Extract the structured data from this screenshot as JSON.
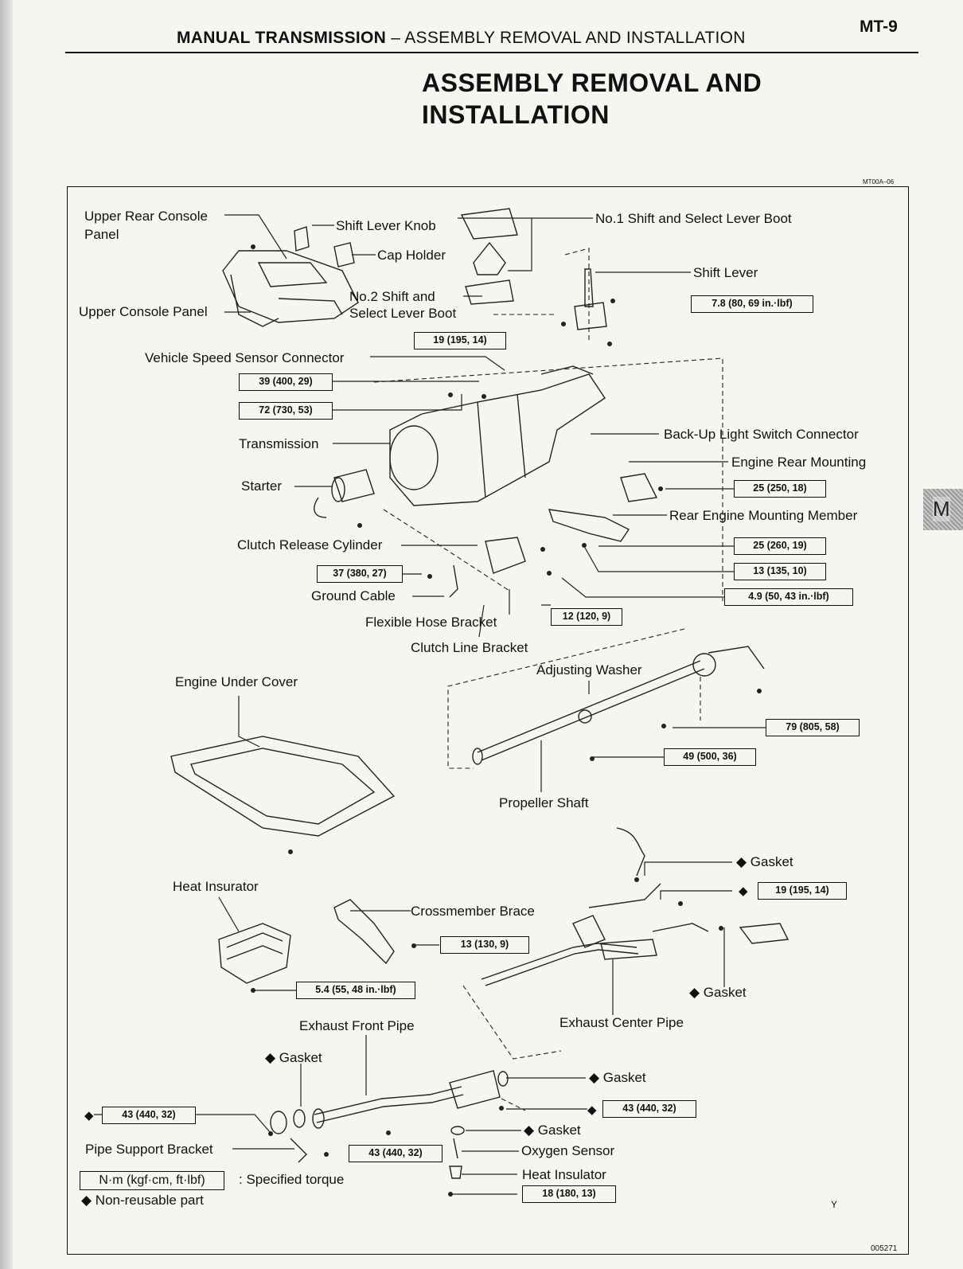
{
  "header": {
    "running_title_bold": "MANUAL TRANSMISSION",
    "running_title_rest": " – ASSEMBLY REMOVAL AND INSTALLATION",
    "page_number": "MT-9"
  },
  "section_title_line1": "ASSEMBLY REMOVAL AND",
  "section_title_line2": "INSTALLATION",
  "figure_code_top": "MT00A–06",
  "figure_code_bottom": "005271",
  "corner_mark": "Y",
  "side_tab": "M",
  "labels": {
    "upper_rear_console_panel_1": "Upper Rear Console",
    "upper_rear_console_panel_2": "Panel",
    "shift_lever_knob": "Shift Lever Knob",
    "cap_holder": "Cap Holder",
    "no1_boot": "No.1 Shift and Select Lever Boot",
    "shift_lever": "Shift Lever",
    "no2_boot_1": "No.2 Shift and",
    "no2_boot_2": "Select Lever Boot",
    "upper_console_panel": "Upper Console Panel",
    "vss_connector": "Vehicle Speed Sensor Connector",
    "transmission": "Transmission",
    "backup_light": "Back-Up Light Switch Connector",
    "engine_rear_mounting": "Engine Rear Mounting",
    "starter": "Starter",
    "rear_engine_member": "Rear Engine Mounting Member",
    "clutch_release_cylinder": "Clutch Release Cylinder",
    "ground_cable": "Ground Cable",
    "flexible_hose_bracket": "Flexible Hose Bracket",
    "clutch_line_bracket": "Clutch Line Bracket",
    "adjusting_washer": "Adjusting Washer",
    "engine_under_cover": "Engine Under Cover",
    "propeller_shaft": "Propeller Shaft",
    "gasket_a": "◆ Gasket",
    "heat_insurator": "Heat Insurator",
    "crossmember_brace": "Crossmember Brace",
    "gasket_b": "◆ Gasket",
    "exhaust_center_pipe": "Exhaust Center Pipe",
    "exhaust_front_pipe": "Exhaust Front Pipe",
    "gasket_c": "◆ Gasket",
    "gasket_d": "◆ Gasket",
    "gasket_e": "◆ Gasket",
    "pipe_support_bracket": "Pipe Support Bracket",
    "oxygen_sensor": "Oxygen Sensor",
    "heat_insulator": "Heat Insulator"
  },
  "torques": {
    "t_78": "7.8 (80, 69 in.·lbf)",
    "t_19a": "19 (195, 14)",
    "t_39": "39 (400, 29)",
    "t_72": "72 (730, 53)",
    "t_25a": "25 (250, 18)",
    "t_25b": "25 (260, 19)",
    "t_13a": "13 (135, 10)",
    "t_37": "37 (380, 27)",
    "t_49a": "4.9 (50, 43 in.·lbf)",
    "t_12": "12 (120, 9)",
    "t_79": "79 (805, 58)",
    "t_49b": "49 (500, 36)",
    "t_19b": "19 (195, 14)",
    "t_13b": "13 (130, 9)",
    "t_54": "5.4 (55, 48 in.·lbf)",
    "t_43a": "43 (440, 32)",
    "t_43b": "43 (440, 32)",
    "t_43c": "43 (440, 32)",
    "t_18": "18 (180, 13)"
  },
  "diamond": "◆",
  "legend": {
    "unit_box": "N·m (kgf·cm, ft·lbf)",
    "unit_desc": ":  Specified torque",
    "non_reusable": "◆ Non-reusable part"
  }
}
